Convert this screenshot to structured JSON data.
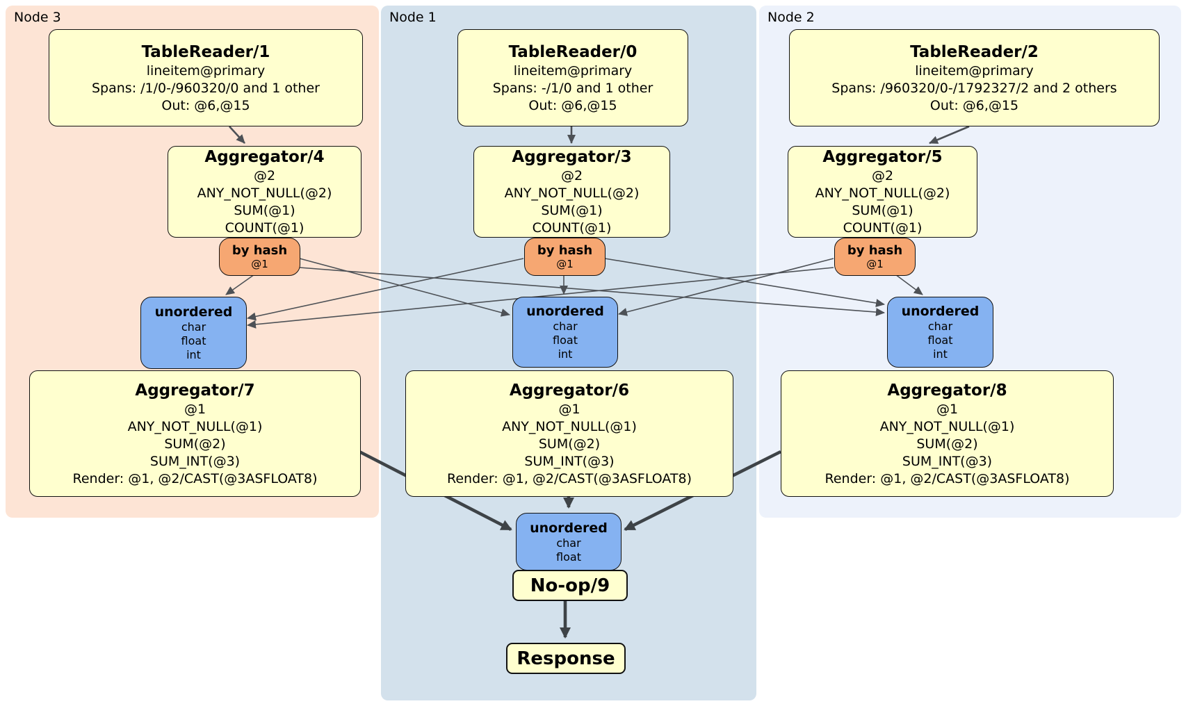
{
  "colors": {
    "node3_bg": "#fde4d5",
    "node1_bg": "#d3e1ec",
    "node2_bg": "#edf2fb",
    "box_bg": "#ffffcf",
    "box_border": "#111111",
    "router_bg": "#f6a772",
    "sync_bg": "#85b2f1",
    "edge": "#4d5156",
    "edge_thick": "#3e4347",
    "text": "#000000",
    "page_bg": "#ffffff"
  },
  "node3": {
    "label": "Node 3",
    "table_reader": {
      "title": "TableReader/1",
      "lines": [
        "lineitem@primary",
        "Spans: /1/0-/960320/0 and 1 other",
        "Out: @6,@15"
      ]
    },
    "aggregator_top": {
      "title": "Aggregator/4",
      "lines": [
        "@2",
        "ANY_NOT_NULL(@2)",
        "SUM(@1)",
        "COUNT(@1)"
      ]
    },
    "router": {
      "title": "by hash",
      "sub": "@1"
    },
    "sync": {
      "title": "unordered",
      "lines": [
        "char",
        "float",
        "int"
      ]
    },
    "aggregator_bottom": {
      "title": "Aggregator/7",
      "lines": [
        "@1",
        "ANY_NOT_NULL(@1)",
        "SUM(@2)",
        "SUM_INT(@3)",
        "Render: @1, @2/CAST(@3ASFLOAT8)"
      ]
    }
  },
  "node1": {
    "label": "Node 1",
    "table_reader": {
      "title": "TableReader/0",
      "lines": [
        "lineitem@primary",
        "Spans: -/1/0 and 1 other",
        "Out: @6,@15"
      ]
    },
    "aggregator_top": {
      "title": "Aggregator/3",
      "lines": [
        "@2",
        "ANY_NOT_NULL(@2)",
        "SUM(@1)",
        "COUNT(@1)"
      ]
    },
    "router": {
      "title": "by hash",
      "sub": "@1"
    },
    "sync": {
      "title": "unordered",
      "lines": [
        "char",
        "float",
        "int"
      ]
    },
    "aggregator_bottom": {
      "title": "Aggregator/6",
      "lines": [
        "@1",
        "ANY_NOT_NULL(@1)",
        "SUM(@2)",
        "SUM_INT(@3)",
        "Render: @1, @2/CAST(@3ASFLOAT8)"
      ]
    },
    "final_sync": {
      "title": "unordered",
      "lines": [
        "char",
        "float"
      ]
    },
    "noop": {
      "title": "No-op/9"
    },
    "response": {
      "title": "Response"
    }
  },
  "node2": {
    "label": "Node 2",
    "table_reader": {
      "title": "TableReader/2",
      "lines": [
        "lineitem@primary",
        "Spans: /960320/0-/1792327/2 and 2 others",
        "Out: @6,@15"
      ]
    },
    "aggregator_top": {
      "title": "Aggregator/5",
      "lines": [
        "@2",
        "ANY_NOT_NULL(@2)",
        "SUM(@1)",
        "COUNT(@1)"
      ]
    },
    "router": {
      "title": "by hash",
      "sub": "@1"
    },
    "sync": {
      "title": "unordered",
      "lines": [
        "char",
        "float",
        "int"
      ]
    },
    "aggregator_bottom": {
      "title": "Aggregator/8",
      "lines": [
        "@1",
        "ANY_NOT_NULL(@1)",
        "SUM(@2)",
        "SUM_INT(@3)",
        "Render: @1, @2/CAST(@3ASFLOAT8)"
      ]
    }
  }
}
